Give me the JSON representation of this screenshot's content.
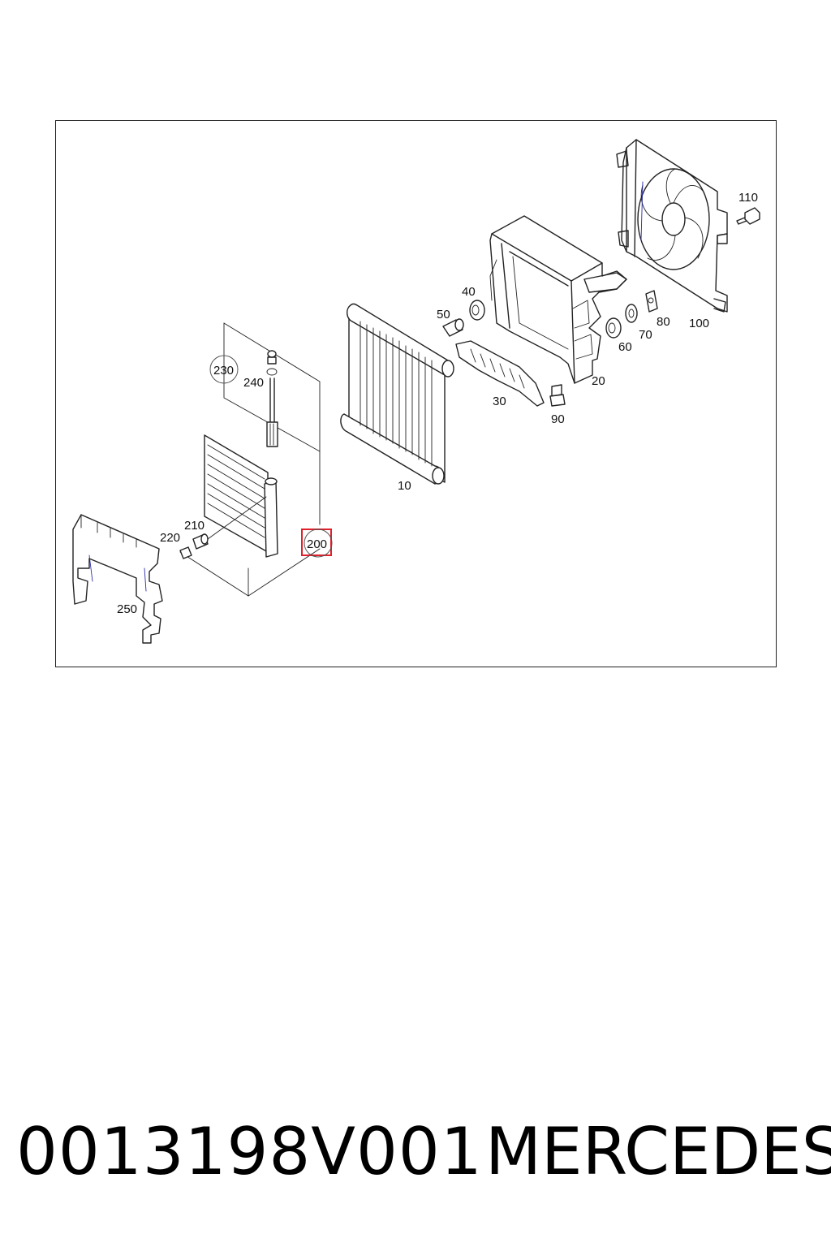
{
  "labels": {
    "p10": "10",
    "p20": "20",
    "p30": "30",
    "p40": "40",
    "p50": "50",
    "p60": "60",
    "p70": "70",
    "p80": "80",
    "p90": "90",
    "p100": "100",
    "p110": "110",
    "p200": "200",
    "p210": "210",
    "p220": "220",
    "p230": "230",
    "p240": "240",
    "p250": "250"
  },
  "highlight": {
    "part": "200",
    "color": "#e0202a"
  },
  "caption": {
    "code": "0013198V001",
    "brand": "MERCEDES"
  }
}
